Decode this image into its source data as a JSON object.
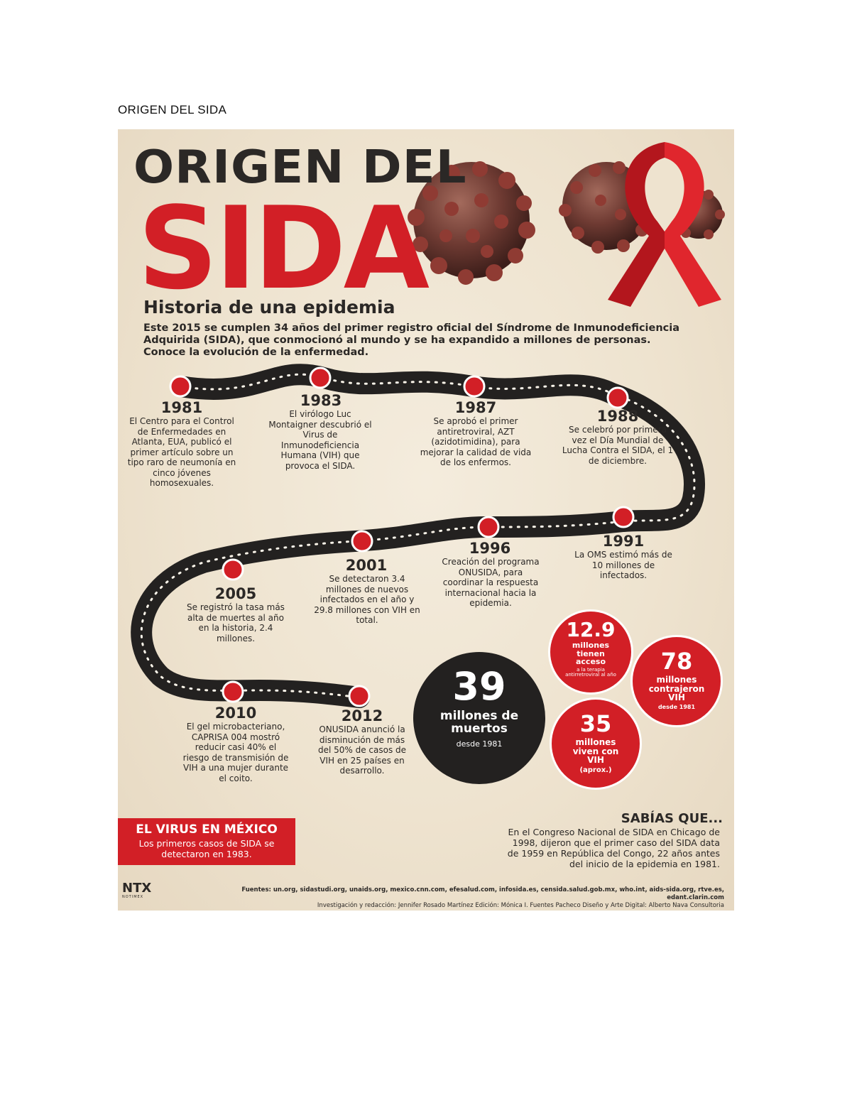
{
  "document_title": "ORIGEN DEL SIDA",
  "poster": {
    "title_line1": "ORIGEN DEL",
    "title_line2": "SIDA",
    "subtitle": "Historia de una epidemia",
    "intro": "Este 2015 se cumplen 34 años del primer registro oficial del Síndrome de Inmunodeficiencia Adquirida (SIDA), que conmocionó al mundo y se ha expandido a millones de personas. Conoce la evolución de la enfermedad.",
    "timeline": [
      {
        "year": "1981",
        "text": "El Centro para el Control de Enfermedades en Atlanta, EUA, publicó el primer artículo sobre un tipo raro de neumonía en cinco jóvenes homosexuales."
      },
      {
        "year": "1983",
        "text": "El virólogo Luc Montaigner descubrió el Virus de Inmunodeficiencia Humana (VIH) que provoca el SIDA."
      },
      {
        "year": "1987",
        "text": "Se aprobó el primer antiretroviral, AZT (azidotimidina), para mejorar la calidad de vida de los enfermos."
      },
      {
        "year": "1988",
        "text": "Se celebró por primera vez el Día Mundial de Lucha Contra el SIDA, el 1 de diciembre."
      },
      {
        "year": "1991",
        "text": "La OMS estimó más de 10 millones de infectados."
      },
      {
        "year": "1996",
        "text": "Creación del programa ONUSIDA, para coordinar la respuesta internacional hacia la epidemia."
      },
      {
        "year": "2001",
        "text": "Se detectaron 3.4 millones de nuevos infectados en el año y 29.8 millones con VIH en total."
      },
      {
        "year": "2005",
        "text": "Se registró la tasa más alta de muertes al año en la historia, 2.4 millones."
      },
      {
        "year": "2010",
        "text": "El gel microbacteriano, CAPRISA 004 mostró reducir casi 40% el riesgo de transmisión de VIH a una mujer durante el coito."
      },
      {
        "year": "2012",
        "text": "ONUSIDA anunció la disminución de más del 50% de casos de VIH en 25 países en desarrollo."
      }
    ],
    "stats": {
      "deaths": {
        "number": "39",
        "label": "millones de muertos",
        "note": "desde 1981"
      },
      "treatment": {
        "number": "12.9",
        "label": "millones tienen acceso",
        "note": "a la terapia antirretroviral al año"
      },
      "contracted": {
        "number": "78",
        "label": "millones contrajeron VIH",
        "note": "desde 1981"
      },
      "living": {
        "number": "35",
        "label": "millones viven con VIH",
        "note": "(aprox.)"
      }
    },
    "mexico": {
      "title": "EL VIRUS EN MÉXICO",
      "text": "Los primeros casos de SIDA se detectaron en 1983."
    },
    "sabias": {
      "title": "SABÍAS QUE...",
      "text": "En el Congreso Nacional de SIDA en Chicago de 1998, dijeron que el primer caso del SIDA data de 1959 en República del Congo, 22 años antes del inicio de la epidemia en 1981."
    },
    "footer": {
      "sources": "Fuentes: un.org, sidastudi.org, unaids.org, mexico.cnn.com, efesalud.com, infosida.es, censida.salud.gob.mx, who.int, aids-sida.org, rtve.es, edant.clarin.com",
      "credits": "Investigación y redacción: Jennifer Rosado Martínez  Edición: Mónica I. Fuentes Pacheco  Diseño y Arte Digital: Alberto Nava Consultoria"
    },
    "logo": {
      "text": "NTX",
      "sub": "NOTIMEX"
    }
  },
  "colors": {
    "red": "#d21f26",
    "dark": "#2b2826",
    "background": "#eee3cf"
  }
}
